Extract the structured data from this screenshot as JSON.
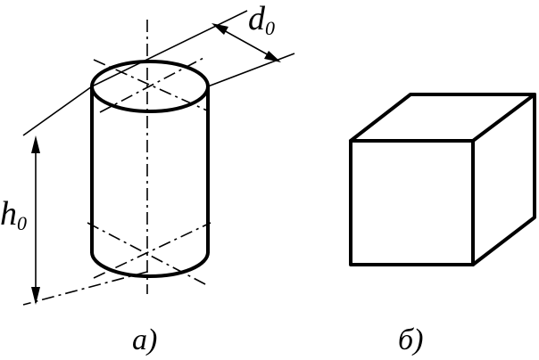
{
  "figure": {
    "panel_a": {
      "caption": "а)",
      "diameter_label": {
        "symbol": "d",
        "subscript": "0"
      },
      "height_label": {
        "symbol": "h",
        "subscript": "0"
      }
    },
    "panel_b": {
      "caption": "б)"
    }
  }
}
